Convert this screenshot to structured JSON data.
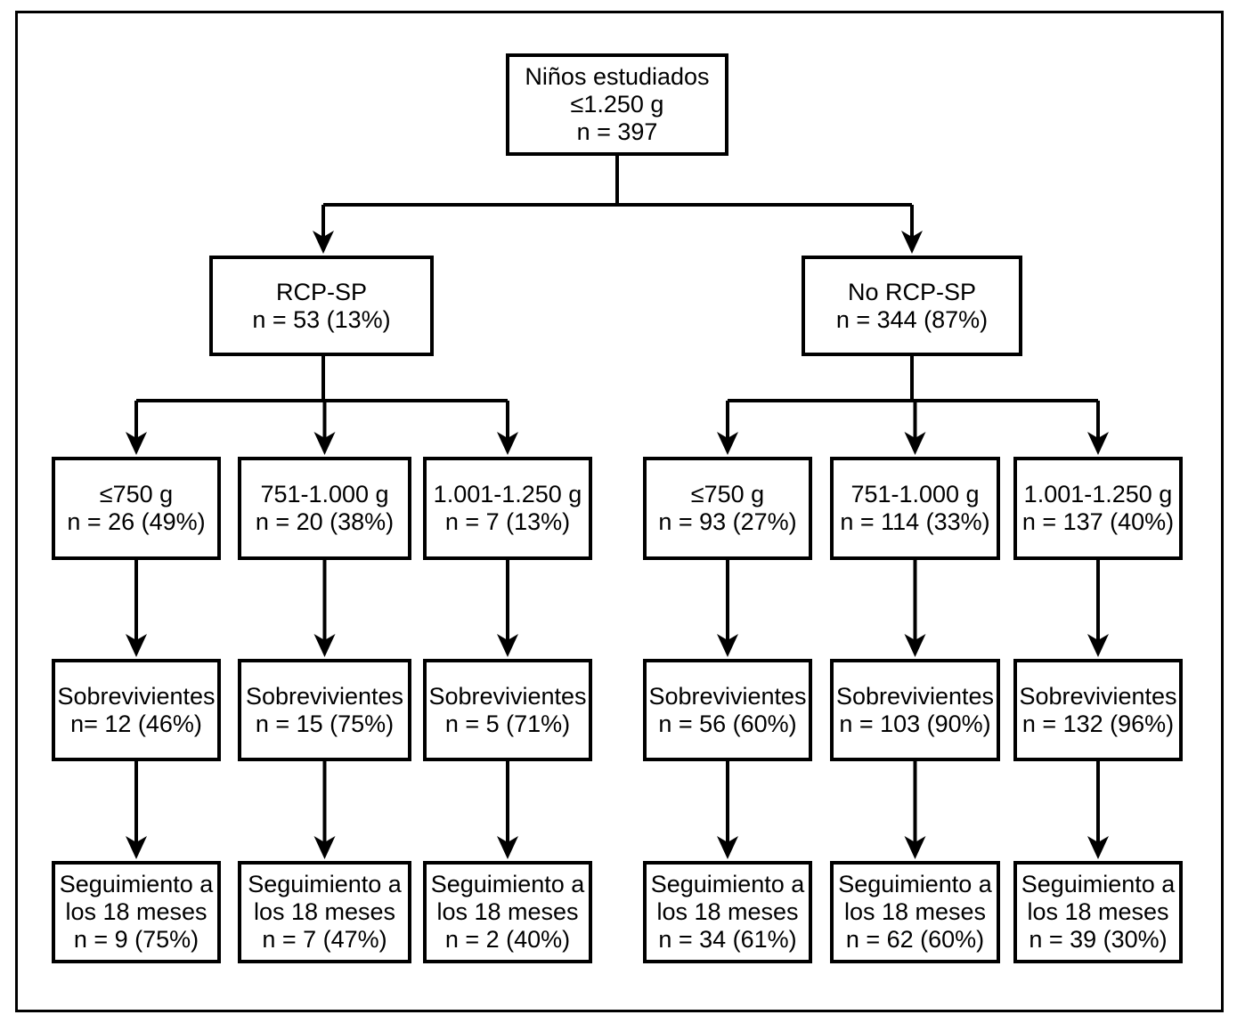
{
  "colors": {
    "line": "#000000",
    "background": "#ffffff"
  },
  "nodes": {
    "root": {
      "lines": [
        "Niños estudiados",
        "≤1.250 g",
        "n = 397"
      ]
    },
    "rcp": {
      "lines": [
        "RCP-SP",
        "n = 53 (13%)"
      ]
    },
    "no_rcp": {
      "lines": [
        "No RCP-SP",
        "n = 344 (87%)"
      ]
    },
    "rcp_w750": {
      "lines": [
        "≤750 g",
        "n = 26 (49%)"
      ]
    },
    "rcp_w1000": {
      "lines": [
        "751-1.000 g",
        "n = 20 (38%)"
      ]
    },
    "rcp_w1250": {
      "lines": [
        "1.001-1.250 g",
        "n = 7 (13%)"
      ]
    },
    "no_rcp_w750": {
      "lines": [
        "≤750 g",
        "n = 93 (27%)"
      ]
    },
    "no_rcp_w1000": {
      "lines": [
        "751-1.000 g",
        "n = 114 (33%)"
      ]
    },
    "no_rcp_w1250": {
      "lines": [
        "1.001-1.250 g",
        "n = 137 (40%)"
      ]
    },
    "rcp_s750": {
      "lines": [
        "Sobrevivientes",
        "n= 12 (46%)"
      ]
    },
    "rcp_s1000": {
      "lines": [
        "Sobrevivientes",
        "n = 15 (75%)"
      ]
    },
    "rcp_s1250": {
      "lines": [
        "Sobrevivientes",
        "n = 5 (71%)"
      ]
    },
    "no_rcp_s750": {
      "lines": [
        "Sobrevivientes",
        "n = 56 (60%)"
      ]
    },
    "no_rcp_s1000": {
      "lines": [
        "Sobrevivientes",
        "n = 103 (90%)"
      ]
    },
    "no_rcp_s1250": {
      "lines": [
        "Sobrevivientes",
        "n = 132 (96%)"
      ]
    },
    "rcp_f750": {
      "lines": [
        "Seguimiento a",
        "los 18 meses",
        "n = 9 (75%)"
      ]
    },
    "rcp_f1000": {
      "lines": [
        "Seguimiento a",
        "los 18 meses",
        "n = 7 (47%)"
      ]
    },
    "rcp_f1250": {
      "lines": [
        "Seguimiento a",
        "los 18 meses",
        "n = 2 (40%)"
      ]
    },
    "no_rcp_f750": {
      "lines": [
        "Seguimiento a",
        "los 18 meses",
        "n = 34 (61%)"
      ]
    },
    "no_rcp_f1000": {
      "lines": [
        "Seguimiento a",
        "los 18 meses",
        "n = 62 (60%)"
      ]
    },
    "no_rcp_f1250": {
      "lines": [
        "Seguimiento a",
        "los 18 meses",
        "n = 39 (30%)"
      ]
    }
  }
}
